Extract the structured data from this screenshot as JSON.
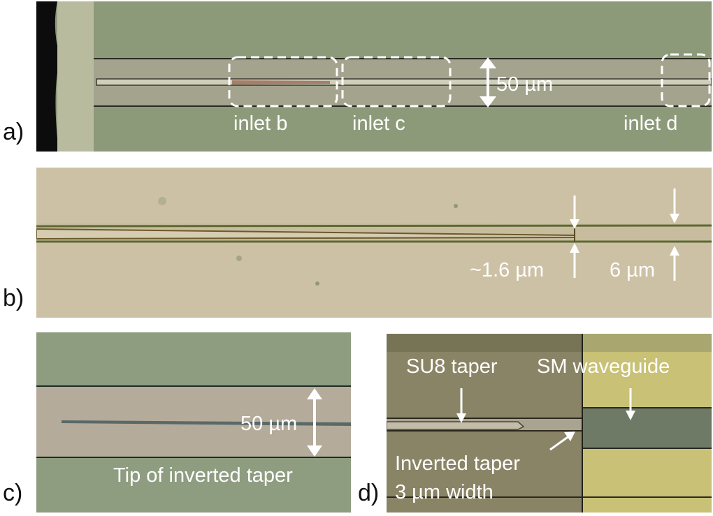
{
  "panels": {
    "a": {
      "letter": "a)",
      "width_label": "50 µm",
      "inlets": [
        "inlet b",
        "inlet c",
        "inlet d"
      ]
    },
    "b": {
      "letter": "b)",
      "tip_width": "~1.6 µm",
      "guide_width": "6 µm"
    },
    "c": {
      "letter": "c)",
      "width_label": "50 µm",
      "caption": "Tip of inverted taper"
    },
    "d": {
      "letter": "d)",
      "su8_label": "SU8 taper",
      "sm_label": "SM waveguide",
      "inverted_line1": "Inverted taper",
      "inverted_line2": "3 µm width"
    }
  }
}
